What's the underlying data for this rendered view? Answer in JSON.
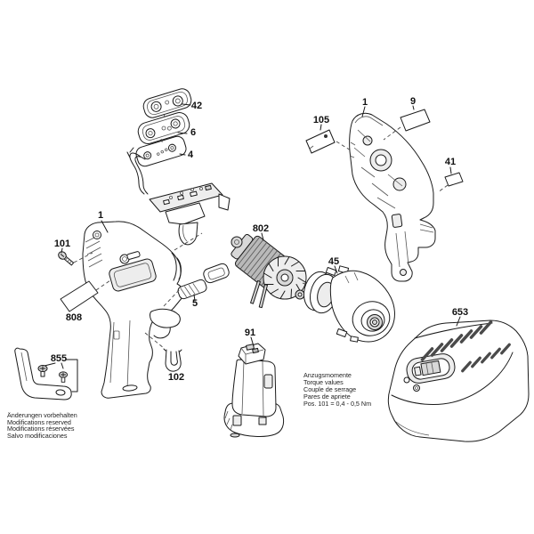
{
  "diagram": {
    "type": "exploded-parts-diagram",
    "colors": {
      "line": "#1a1a1a",
      "shade_light": "#ededed",
      "shade_mid": "#b9b9b9",
      "vent_dark": "#4a4a4a",
      "background": "#ffffff"
    },
    "part_labels": {
      "cover_plate": "42",
      "seal_frame": "6",
      "contact_plate": "4",
      "housing_left": "1",
      "screw": "101",
      "info_sticker": "808",
      "belt_clip": "855",
      "u_clip": "102",
      "slider": "5",
      "motor": "802",
      "gearbox": "45",
      "battery": "91",
      "charger": "653",
      "housing_right": "1",
      "sticker_9": "9",
      "sticker_105": "105",
      "sticker_41": "41"
    },
    "torque_note": {
      "lines": [
        "Anzugsmomente",
        "Torque values",
        "Couple de serrage",
        "Pares de apriete",
        "Pos. 101 = 0,4 - 0,5 Nm"
      ]
    },
    "footer_note": {
      "lines": [
        "Änderungen vorbehalten",
        "Modifications reserved",
        "Modifications réservées",
        "Salvo modificaciones"
      ]
    }
  }
}
